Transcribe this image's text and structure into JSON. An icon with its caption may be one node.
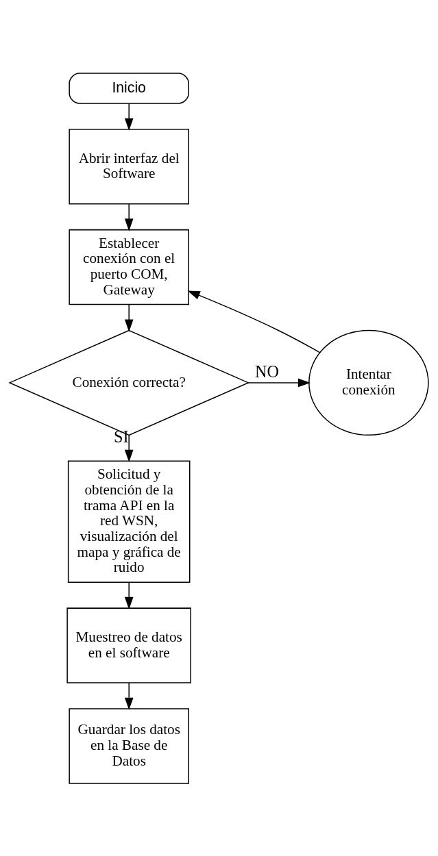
{
  "diagram": {
    "nodes": [
      {
        "text": [
          "Inicio"
        ]
      },
      {
        "text": [
          "Abrir interfaz del Software"
        ]
      },
      {
        "text": [
          "Establecer conexión con el puerto COM, Gateway"
        ]
      },
      {
        "text": [
          "Conexión correcta?"
        ]
      },
      {
        "text": [
          "Intentar conexión"
        ]
      },
      {
        "text": [
          "Solicitud y obtención de la trama API en la red WSN, visualización del mapa y gráfica de ruido"
        ]
      },
      {
        "text": [
          "Muestreo de datos en el software"
        ]
      },
      {
        "text": [
          "Guardar los datos en la Base de Datos"
        ]
      }
    ],
    "edges": [
      {
        "from": 0,
        "to": 1,
        "arrow": "to"
      },
      {
        "from": 1,
        "to": 2,
        "arrow": "to"
      },
      {
        "from": 2,
        "to": 3,
        "arrow": "to"
      },
      {
        "from": 3,
        "to": 4,
        "arrow": "to",
        "label": "NO"
      },
      {
        "from": 4,
        "to": 2,
        "arrow": "to"
      },
      {
        "from": 3,
        "to": 5,
        "arrow": "to",
        "label": "SI"
      },
      {
        "from": 5,
        "to": 6,
        "arrow": "to"
      },
      {
        "from": 6,
        "to": 7,
        "arrow": "to"
      }
    ]
  }
}
